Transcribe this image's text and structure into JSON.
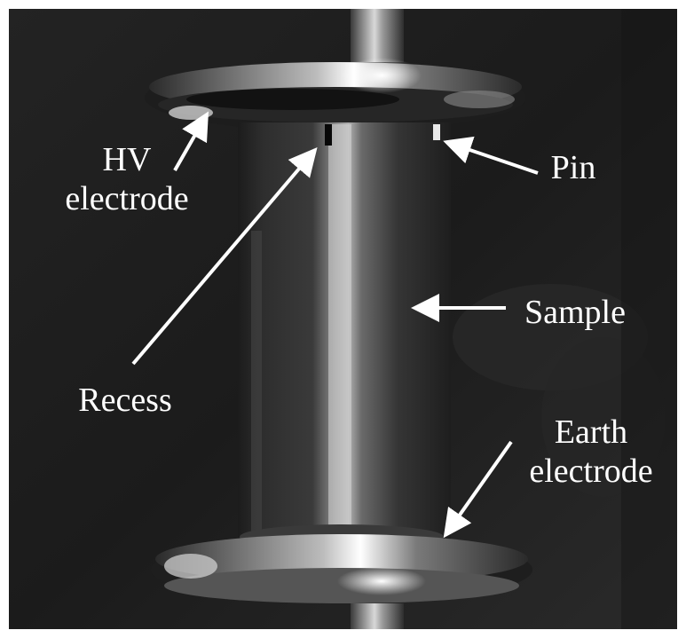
{
  "labels": {
    "hv_electrode": [
      "HV",
      "electrode"
    ],
    "pin": "Pin",
    "sample": "Sample",
    "recess": "Recess",
    "earth_electrode": [
      "Earth",
      "electrode"
    ]
  },
  "colors": {
    "border": "#ffffff",
    "background": "#1a1a1a",
    "annotation": "#ffffff"
  }
}
